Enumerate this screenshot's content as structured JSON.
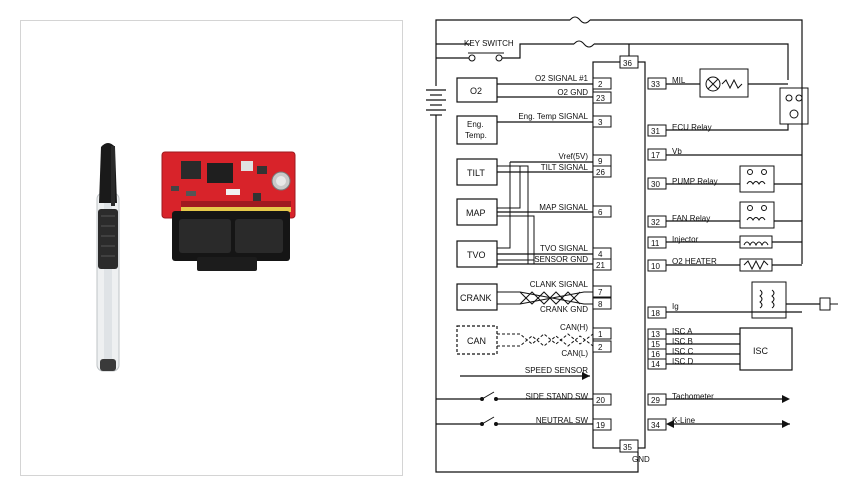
{
  "photo": {
    "subject_icons": [
      "ballpoint-pen-icon",
      "red-ecu-circuit-board-icon"
    ],
    "colors": {
      "board": "#d8232a",
      "pen": "#1a1a1a",
      "connector": "#111111"
    }
  },
  "diagram": {
    "key_switch": "KEY SWITCH",
    "ecu_pin_top": "36",
    "ecu_pin_bottom": "35",
    "gnd": "GND",
    "left_modules": [
      {
        "id": "o2",
        "label": "O2"
      },
      {
        "id": "eng",
        "label1": "Eng.",
        "label2": "Temp."
      },
      {
        "id": "tilt",
        "label": "TILT"
      },
      {
        "id": "map",
        "label": "MAP"
      },
      {
        "id": "tvo",
        "label": "TVO"
      },
      {
        "id": "crank",
        "label": "CRANK"
      },
      {
        "id": "can",
        "label": "CAN"
      }
    ],
    "left_pins": [
      {
        "signal": "O2 SIGNAL #1",
        "pin": "2"
      },
      {
        "signal": "O2 GND",
        "pin": "23"
      },
      {
        "signal": "Eng. Temp SIGNAL",
        "pin": "3"
      },
      {
        "signal": "Vref(5V)",
        "pin": "9"
      },
      {
        "signal": "TILT SIGNAL",
        "pin": "26"
      },
      {
        "signal": "MAP SIGNAL",
        "pin": "6"
      },
      {
        "signal": "TVO SIGNAL",
        "pin": "4"
      },
      {
        "signal": "SENSOR GND",
        "pin": "21"
      },
      {
        "signal": "CLANK SIGNAL",
        "pin": "7"
      },
      {
        "signal": "CRANK GND",
        "pin": "8"
      },
      {
        "signal": "CAN(H)",
        "pin": "1"
      },
      {
        "signal": "CAN(L)",
        "pin": "2"
      },
      {
        "signal": "SPEED SENSOR",
        "pin": ""
      },
      {
        "signal": "SIDE STAND SW",
        "pin": "20"
      },
      {
        "signal": "NEUTRAL SW",
        "pin": "19"
      }
    ],
    "right_pins": [
      {
        "signal": "MIL",
        "pin": "33"
      },
      {
        "signal": "ECU Relay",
        "pin": "31"
      },
      {
        "signal": "Vb",
        "pin": "17"
      },
      {
        "signal": "PUMP Relay",
        "pin": "30"
      },
      {
        "signal": "FAN Relay",
        "pin": "32"
      },
      {
        "signal": "Injector",
        "pin": "11"
      },
      {
        "signal": "O2 HEATER",
        "pin": "10"
      },
      {
        "signal": "Ig",
        "pin": "18"
      },
      {
        "signal": "ISC A",
        "pin": "13"
      },
      {
        "signal": "ISC B",
        "pin": "15"
      },
      {
        "signal": "ISC C",
        "pin": "16"
      },
      {
        "signal": "ISC D",
        "pin": "14"
      },
      {
        "signal": "Tachometer",
        "pin": "29"
      },
      {
        "signal": "K-Line",
        "pin": "34"
      }
    ],
    "isc_box": "ISC"
  }
}
